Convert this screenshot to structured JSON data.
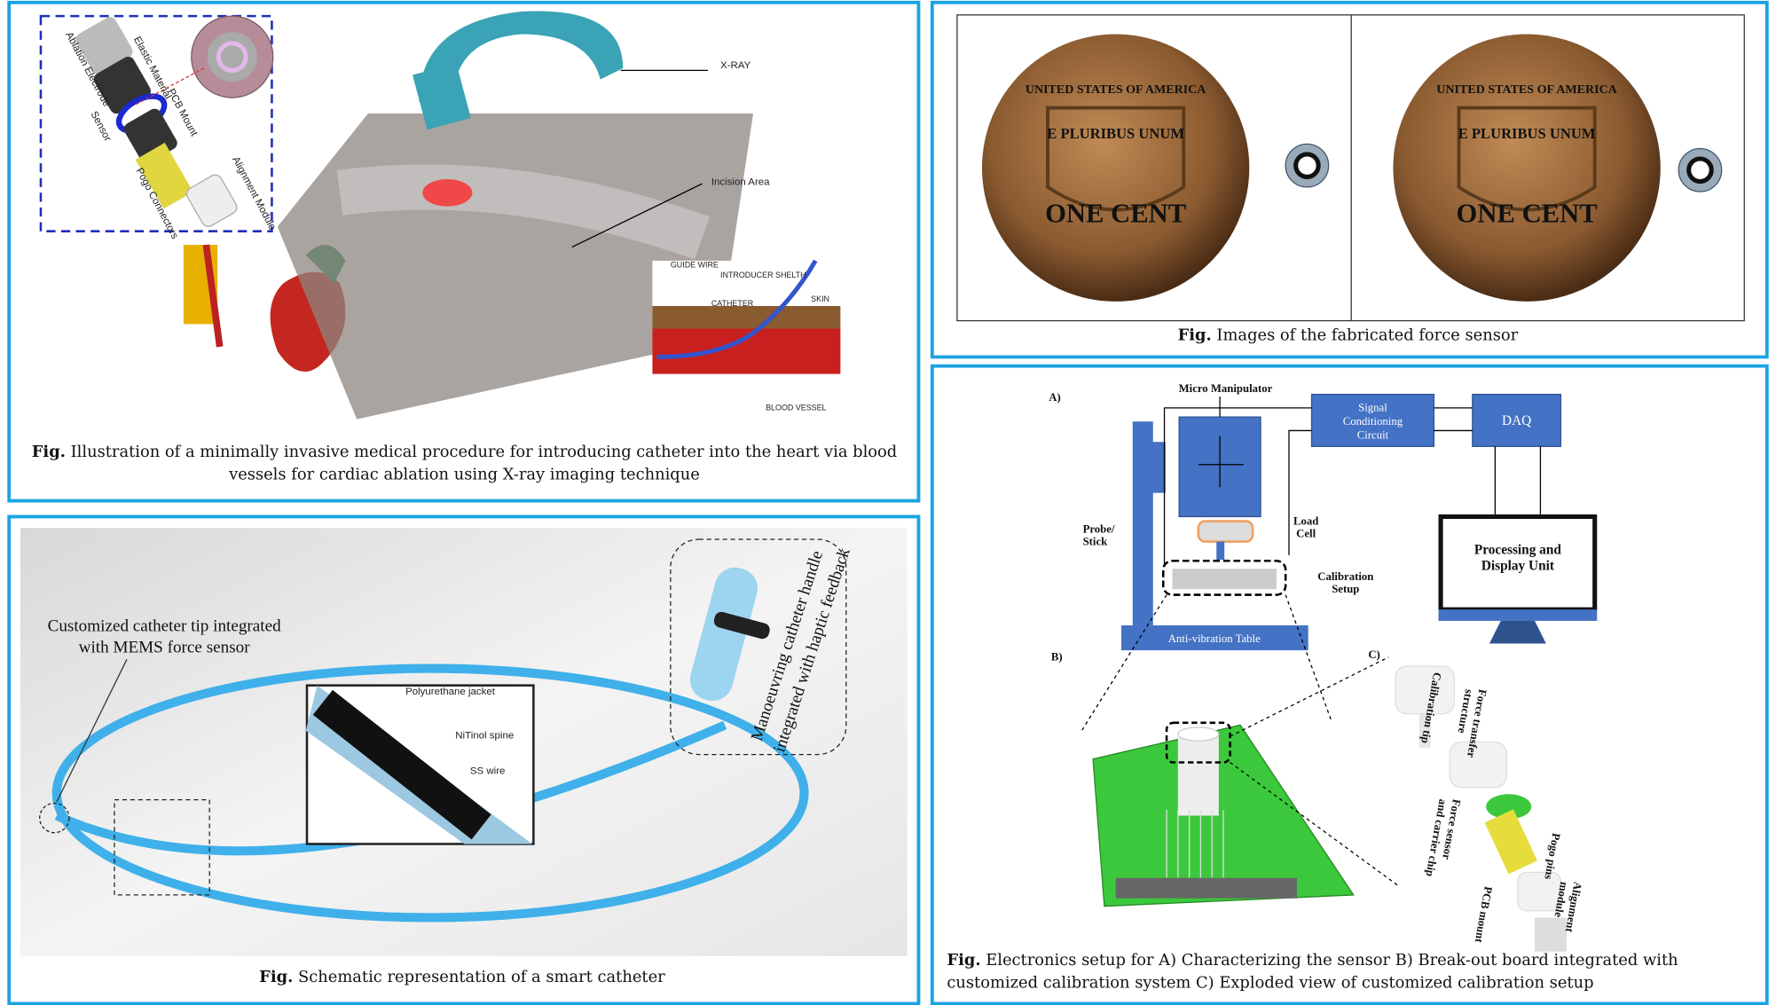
{
  "colors": {
    "panel_border": "#1ba3e3",
    "diagram_blue": "#4472c4",
    "catheter_blue": "#3fb0ea"
  },
  "panel1": {
    "labels": {
      "ablation_electrode": "Ablation Electrode",
      "elastic_material": "Elastic Material",
      "pcb_mount": "PCB Mount",
      "sensor": "Sensor",
      "pogo_connectors": "Pogo Connectors",
      "alignment_module": "Alignment Module",
      "xray": "X-RAY",
      "incision_area": "Incision Area",
      "guide_wire": "GUIDE WIRE",
      "introducer_sheath": "INTRODUCER SHELTH",
      "catheter": "CATHETER",
      "skin": "SKIN",
      "blood_vessel": "BLOOD VESSEL"
    },
    "caption_prefix": "Fig.",
    "caption_line1": " Illustration of a minimally invasive medical procedure for introducing catheter into the heart via blood",
    "caption_line2": "vessels for cardiac ablation using X-ray imaging technique"
  },
  "panel2": {
    "labels": {
      "tip_line1": "Customized catheter tip integrated",
      "tip_line2": "with MEMS force sensor",
      "polyurethane": "Polyurethane jacket",
      "nitinol": "NiTinol spine",
      "ss_wire": "SS wire",
      "handle_line1": "Manoeuvring catheter handle",
      "handle_line2": "integrated with haptic feedback"
    },
    "caption_prefix": "Fig.",
    "caption": " Schematic representation of a smart catheter"
  },
  "panel3": {
    "coin_top": "UNITED STATES OF AMERICA",
    "coin_motto": "E PLURIBUS UNUM",
    "coin_value": "ONE CENT",
    "caption_prefix": "Fig.",
    "caption": " Images of the fabricated force sensor"
  },
  "panel4": {
    "section_a": "A)",
    "section_b": "B)",
    "section_c": "C)",
    "micro_manipulator": "Micro Manipulator",
    "signal_line1": "Signal",
    "signal_line2": "Conditioning",
    "signal_line3": "Circuit",
    "daq": "DAQ",
    "load_cell_1": "Load",
    "load_cell_2": "Cell",
    "probe_1": "Probe/",
    "probe_2": "Stick",
    "calib_1": "Calibration",
    "calib_2": "Setup",
    "anti_vibration": "Anti-vibration Table",
    "display_1": "Processing and",
    "display_2": "Display Unit",
    "calibration_tip": "Calibration tip",
    "force_transfer_1": "Force transfer",
    "force_transfer_2": "structure",
    "force_sensor_1": "Force sensor",
    "force_sensor_2": "and carrier chip",
    "pogo_pins": "Pogo pins",
    "pcb_mount": "PCB mount",
    "alignment_1": "Alignment",
    "alignment_2": "module",
    "caption_prefix": "Fig.",
    "caption_line1": " Electronics setup for A) Characterizing the sensor B) Break-out board integrated with",
    "caption_line2": "customized calibration system C) Exploded view of customized calibration setup"
  }
}
